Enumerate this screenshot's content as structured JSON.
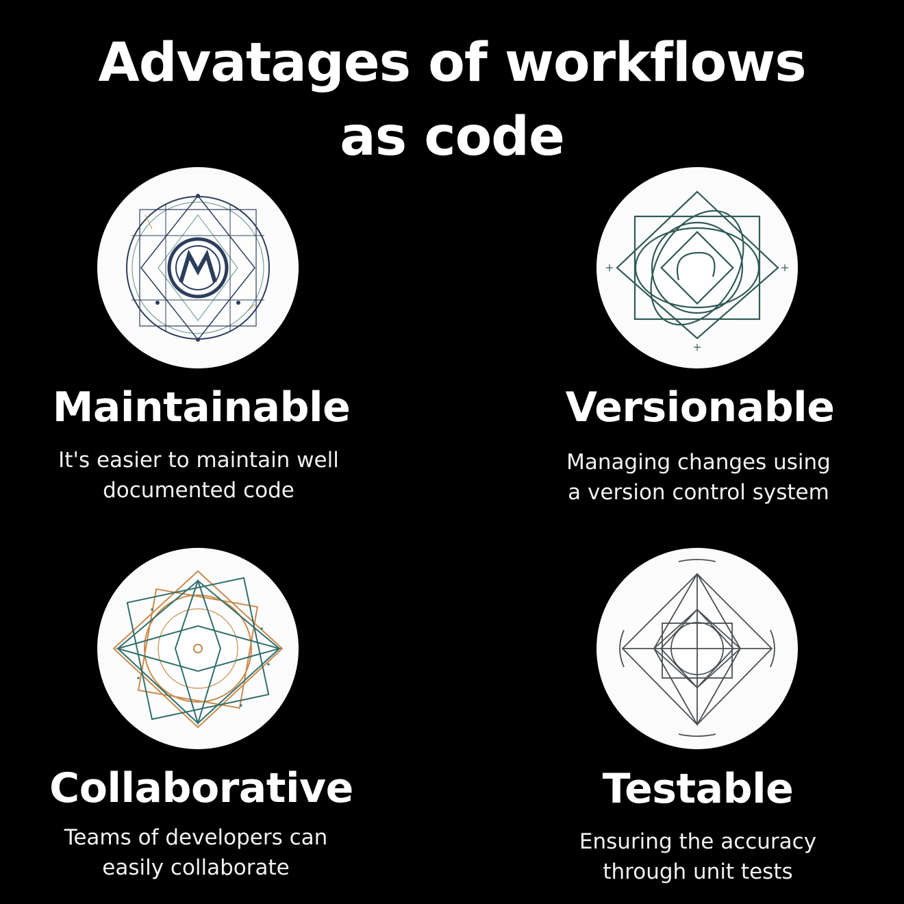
{
  "title": {
    "line1": "Advatages of workflows",
    "line2": "as code"
  },
  "cards": [
    {
      "heading": "Maintainable",
      "desc_line1": "It's easier to maintain well",
      "desc_line2": "documented code",
      "icon": "geometric-emblem-m-icon"
    },
    {
      "heading": "Versionable",
      "desc_line1": "Managing changes using",
      "desc_line2": "a version control system",
      "icon": "geometric-squares-icon"
    },
    {
      "heading": "Collaborative",
      "desc_line1": "Teams of developers can",
      "desc_line2": "easily collaborate",
      "icon": "geometric-star-icon"
    },
    {
      "heading": "Testable",
      "desc_line1": "Ensuring the accuracy",
      "desc_line2": "through unit tests",
      "icon": "geometric-diamond-icon"
    }
  ],
  "colors": {
    "background": "#000000",
    "text": "#ffffff",
    "icon_navy": "#2c3e5c",
    "icon_teal": "#2f6f6a",
    "icon_orange": "#c98a4b",
    "icon_gray": "#4a4f52"
  }
}
